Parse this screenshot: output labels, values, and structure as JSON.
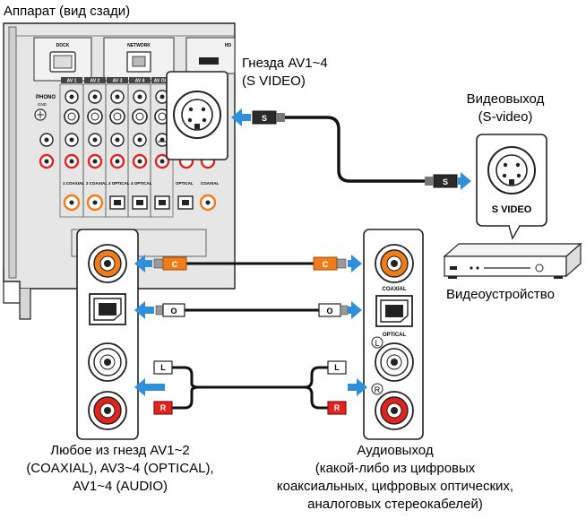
{
  "labels": {
    "rear_title": "Аппарат (вид сзади)",
    "jacks_line1": "Гнезда AV1~4",
    "jacks_line2": "(S VIDEO)",
    "video_out_line1": "Видеовыход",
    "video_out_line2": "(S-video)",
    "video_device": "Видеоустройство",
    "svideo_panel": "S VIDEO",
    "left_caption_1": "Любое из гнезд AV1~2",
    "left_caption_2": "(COAXIAL), AV3~4 (OPTICAL),",
    "left_caption_3": "AV1~4 (AUDIO)",
    "right_caption_1": "Аудиовыход",
    "right_caption_2": "(какой-либо из цифровых",
    "right_caption_3": "коаксиальных, цифровых оптических,",
    "right_caption_4": "аналоговых стереокабелей)"
  },
  "rear_panel": {
    "dock": "DOCK",
    "network": "NETWORK",
    "hdmi": "HD",
    "phono": "PHONO",
    "gnd": "GND",
    "av1": "AV 1",
    "av2": "AV 2",
    "av3": "AV 3",
    "av4": "AV 4",
    "av_out": "AV OUT",
    "coaxial": "COAXIAL",
    "optical": "OPTICAL",
    "jack_nums": [
      "1",
      "2",
      "3",
      "4"
    ]
  },
  "plugs": {
    "s": "S",
    "c": "C",
    "o": "O",
    "l": "L",
    "r": "R"
  },
  "right_jack_panel": {
    "coaxial": "COAXIAL",
    "optical": "OPTICAL",
    "l_mark": "L",
    "r_mark": "R"
  },
  "colors": {
    "arrow_blue": "#2f8fd8",
    "coaxial_orange": "#ef7d1a",
    "audio_red": "#e0231e",
    "panel_gray": "#e3e3e3"
  }
}
